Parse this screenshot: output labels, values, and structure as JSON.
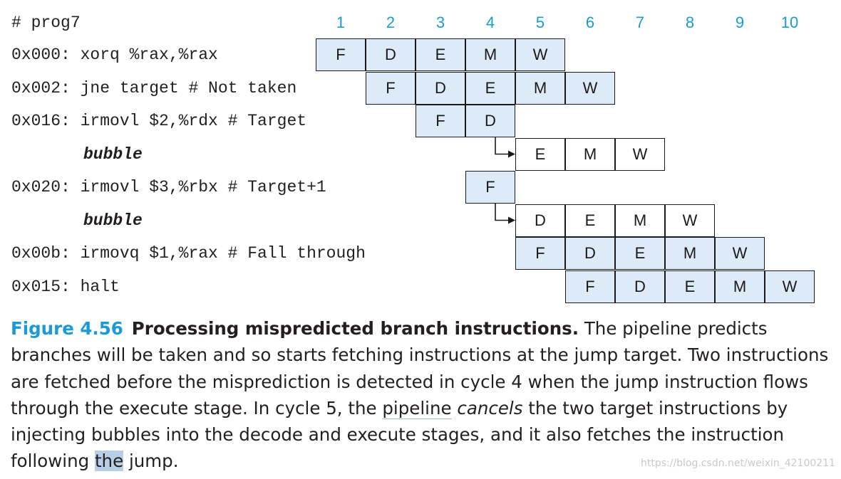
{
  "header": "# prog7",
  "cycles": [
    "1",
    "2",
    "3",
    "4",
    "5",
    "6",
    "7",
    "8",
    "9",
    "10"
  ],
  "rows": [
    {
      "label": "0x000: xorq %rax,%rax",
      "bubble": false
    },
    {
      "label": "0x002: jne target # Not taken",
      "bubble": false
    },
    {
      "label": "0x016: irmovl $2,%rdx # Target",
      "bubble": false
    },
    {
      "label": "bubble",
      "bubble": true
    },
    {
      "label": "0x020: irmovl $3,%rbx # Target+1",
      "bubble": false
    },
    {
      "label": "bubble",
      "bubble": true
    },
    {
      "label": "0x00b: irmovq $1,%rax # Fall through",
      "bubble": false
    },
    {
      "label": "0x015: halt",
      "bubble": false
    }
  ],
  "stages": [
    {
      "row": 0,
      "start": 1,
      "cells": [
        "F",
        "D",
        "E",
        "M",
        "W"
      ],
      "shaded": true
    },
    {
      "row": 1,
      "start": 2,
      "cells": [
        "F",
        "D",
        "E",
        "M",
        "W"
      ],
      "shaded": true
    },
    {
      "row": 2,
      "start": 3,
      "cells": [
        "F",
        "D"
      ],
      "shaded": true
    },
    {
      "row": 3,
      "start": 5,
      "cells": [
        "E",
        "M",
        "W"
      ],
      "shaded": false
    },
    {
      "row": 4,
      "start": 4,
      "cells": [
        "F"
      ],
      "shaded": true
    },
    {
      "row": 5,
      "start": 5,
      "cells": [
        "D",
        "E",
        "M",
        "W"
      ],
      "shaded": false
    },
    {
      "row": 6,
      "start": 5,
      "cells": [
        "F",
        "D",
        "E",
        "M",
        "W"
      ],
      "shaded": true
    },
    {
      "row": 7,
      "start": 6,
      "cells": [
        "F",
        "D",
        "E",
        "M",
        "W"
      ],
      "shaded": true
    }
  ],
  "bubble_arrows": [
    {
      "from_row": 2,
      "to_row": 3,
      "cycle": 4
    },
    {
      "from_row": 4,
      "to_row": 5,
      "cycle": 4
    }
  ],
  "caption": {
    "figure": "Figure 4.56",
    "title": "Processing mispredicted branch instructions.",
    "part1": " The pipeline predicts branches will be taken and so starts fetching instructions at the jump target. Two instructions are fetched before the misprediction is detected in cycle 4 when the jump instruction flows through the execute stage. In cycle 5, the ",
    "underlined": "pipeline",
    "part2": " ",
    "emphasis": "cancels",
    "part3": " the two target instructions by injecting bubbles into the decode and execute stages, and it also fetches the instruction following ",
    "highlighted": "the",
    "part4": " jump."
  },
  "watermark": "https://blog.csdn.net/weixin_42100211"
}
